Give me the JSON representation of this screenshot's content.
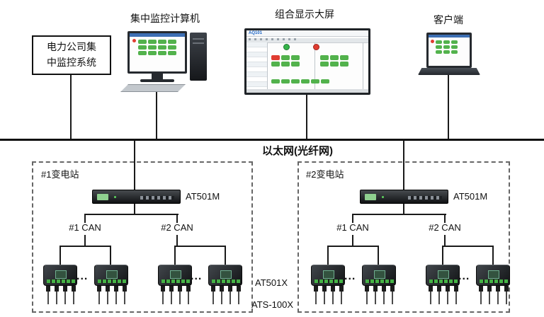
{
  "labels": {
    "system_box_line1": "电力公司集",
    "system_box_line2": "中监控系统",
    "monitor_pc": "集中监控计算机",
    "display_wall": "组合显示大屏",
    "client": "客户端",
    "ethernet": "以太网(光纤网)",
    "ellipsis": "..."
  },
  "display_screen": {
    "brand": "AQ101"
  },
  "substations": [
    {
      "name": "#1变电站",
      "controller": "AT501M",
      "can_buses": [
        "#1 CAN",
        "#2 CAN"
      ]
    },
    {
      "name": "#2变电站",
      "controller": "AT501M",
      "can_buses": [
        "#1 CAN",
        "#2 CAN"
      ]
    }
  ],
  "device_labels": {
    "module": "AT501X",
    "sensor": "ATS-100X"
  },
  "colors": {
    "green": "#52b24c",
    "red": "#e03c31",
    "line": "#1a1a1a"
  }
}
